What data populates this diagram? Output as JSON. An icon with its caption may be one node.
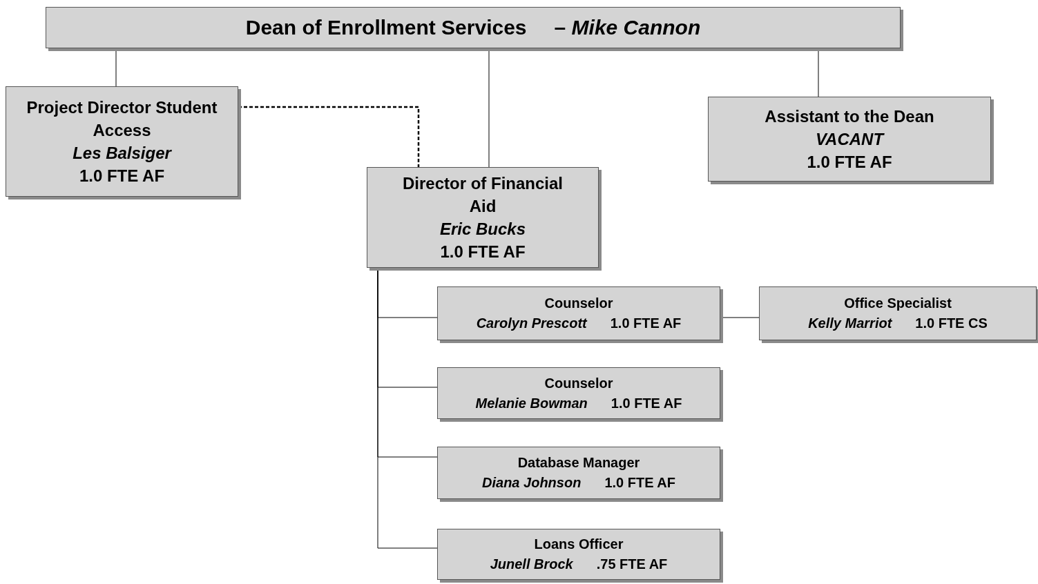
{
  "diagram": {
    "nodes": [
      {
        "text": [
          "Dean of Enrollment Services",
          "– *Mike Cannon*"
        ]
      },
      {
        "text": [
          "Project Director Student Access",
          "Les Balsiger",
          "1.0 FTE  AF"
        ]
      },
      {
        "text": [
          "Assistant to the Dean",
          "VACANT",
          "1.0 FTE  AF"
        ]
      },
      {
        "text": [
          "Director of Financial Aid",
          "Eric Bucks",
          "1.0 FTE  AF"
        ]
      },
      {
        "text": [
          "Counselor",
          "Carolyn Prescott",
          "1.0 FTE  AF"
        ]
      },
      {
        "text": [
          "Office Specialist",
          "Kelly Marriot",
          "1.0 FTE  CS"
        ]
      },
      {
        "text": [
          "Counselor",
          "Melanie Bowman",
          "1.0 FTE  AF"
        ]
      },
      {
        "text": [
          "Database Manager",
          "Diana Johnson",
          "1.0 FTE  AF"
        ]
      },
      {
        "text": [
          "Loans Officer",
          "Junell  Brock",
          ".75 FTE  AF"
        ]
      }
    ],
    "edges": [
      {
        "from": 0,
        "to": 1,
        "arrow": "none"
      },
      {
        "from": 0,
        "to": 3,
        "arrow": "none"
      },
      {
        "from": 0,
        "to": 2,
        "arrow": "none"
      },
      {
        "from": 1,
        "to": 3,
        "arrow": "none",
        "style": "dashed"
      },
      {
        "from": 3,
        "to": 4,
        "arrow": "none"
      },
      {
        "from": 3,
        "to": 6,
        "arrow": "none"
      },
      {
        "from": 3,
        "to": 7,
        "arrow": "none"
      },
      {
        "from": 3,
        "to": 8,
        "arrow": "none"
      },
      {
        "from": 4,
        "to": 5,
        "arrow": "none"
      }
    ]
  }
}
